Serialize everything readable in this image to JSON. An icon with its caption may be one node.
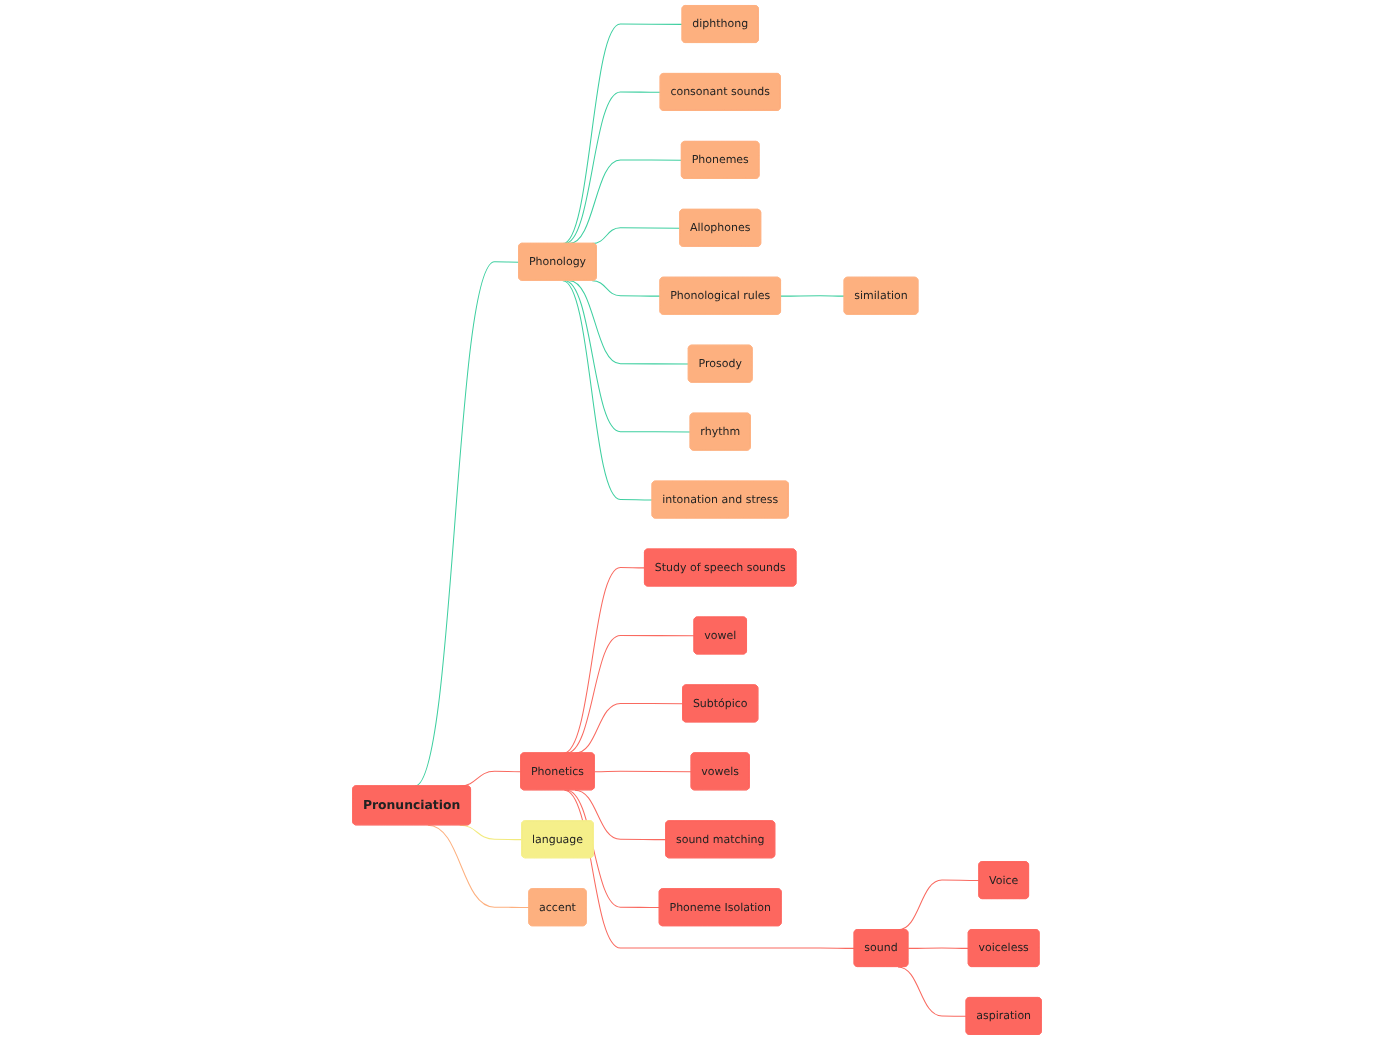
{
  "diagram": {
    "nodes": [
      {
        "text": [
          "Pronunciation"
        ]
      },
      {
        "text": [
          "Phonology"
        ]
      },
      {
        "text": [
          "diphthong"
        ]
      },
      {
        "text": [
          "consonant sounds"
        ]
      },
      {
        "text": [
          "Phonemes"
        ]
      },
      {
        "text": [
          "Allophones"
        ]
      },
      {
        "text": [
          "Phonological rules"
        ]
      },
      {
        "text": [
          "similation"
        ]
      },
      {
        "text": [
          "Prosody"
        ]
      },
      {
        "text": [
          "rhythm"
        ]
      },
      {
        "text": [
          "intonation and stress"
        ]
      },
      {
        "text": [
          "Phonetics"
        ]
      },
      {
        "text": [
          "Study of speech sounds"
        ]
      },
      {
        "text": [
          "sound"
        ]
      },
      {
        "text": [
          "Voice"
        ]
      },
      {
        "text": [
          "voiceless"
        ]
      },
      {
        "text": [
          "aspiration"
        ]
      },
      {
        "text": [
          "vowel"
        ]
      },
      {
        "text": [
          "Subtópico"
        ]
      },
      {
        "text": [
          "vowels"
        ]
      },
      {
        "text": [
          "sound matching"
        ]
      },
      {
        "text": [
          "Phoneme Isolation"
        ]
      },
      {
        "text": [
          "language"
        ]
      },
      {
        "text": [
          "accent"
        ]
      }
    ],
    "edges": [
      {
        "from": 0,
        "to": 1,
        "arrow": "none",
        "color": "#3ecfa0"
      },
      {
        "from": 1,
        "to": 2,
        "arrow": "none",
        "color": "#3ecfa0"
      },
      {
        "from": 1,
        "to": 3,
        "arrow": "none",
        "color": "#3ecfa0"
      },
      {
        "from": 1,
        "to": 4,
        "arrow": "none",
        "color": "#3ecfa0"
      },
      {
        "from": 1,
        "to": 5,
        "arrow": "none",
        "color": "#3ecfa0"
      },
      {
        "from": 1,
        "to": 6,
        "arrow": "none",
        "color": "#3ecfa0"
      },
      {
        "from": 6,
        "to": 7,
        "arrow": "none",
        "color": "#3ecfa0"
      },
      {
        "from": 1,
        "to": 8,
        "arrow": "none",
        "color": "#3ecfa0"
      },
      {
        "from": 1,
        "to": 9,
        "arrow": "none",
        "color": "#3ecfa0"
      },
      {
        "from": 1,
        "to": 10,
        "arrow": "none",
        "color": "#3ecfa0"
      },
      {
        "from": 0,
        "to": 11,
        "arrow": "none"
      },
      {
        "from": 11,
        "to": 12,
        "arrow": "none"
      },
      {
        "from": 11,
        "to": 13,
        "arrow": "none"
      },
      {
        "from": 13,
        "to": 14,
        "arrow": "none"
      },
      {
        "from": 13,
        "to": 15,
        "arrow": "none"
      },
      {
        "from": 13,
        "to": 16,
        "arrow": "none"
      },
      {
        "from": 11,
        "to": 17,
        "arrow": "none"
      },
      {
        "from": 11,
        "to": 18,
        "arrow": "none"
      },
      {
        "from": 11,
        "to": 19,
        "arrow": "none"
      },
      {
        "from": 11,
        "to": 20,
        "arrow": "none"
      },
      {
        "from": 11,
        "to": 21,
        "arrow": "none"
      },
      {
        "from": 0,
        "to": 22,
        "arrow": "none",
        "color": "#f2ea7e"
      },
      {
        "from": 0,
        "to": 23,
        "arrow": "none",
        "color": "#fdb07f"
      }
    ]
  }
}
